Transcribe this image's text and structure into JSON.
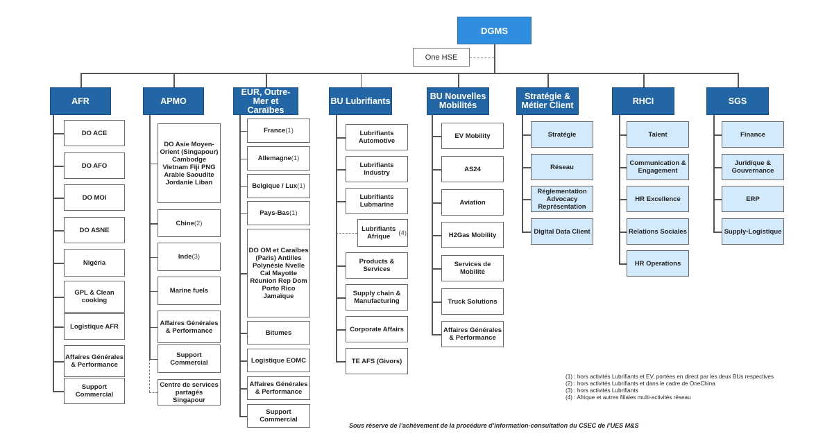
{
  "root": {
    "label": "DGMS"
  },
  "side": {
    "label": "One HSE"
  },
  "departments": [
    {
      "label": "AFR",
      "color": "#2366a6",
      "children": [
        {
          "label": "DO ACE"
        },
        {
          "label": "DO AFO"
        },
        {
          "label": "DO MOI"
        },
        {
          "label": "DO ASNE"
        },
        {
          "label": "Nigéria"
        },
        {
          "label": "GPL & Clean cooking"
        },
        {
          "label": "Logistique AFR"
        },
        {
          "label": "Affaires Générales & Performance"
        },
        {
          "label": "Support Commercial"
        }
      ]
    },
    {
      "label": "APMO",
      "children": [
        {
          "label": "DO Asie Moyen-Orient (Singapour) Cambodge Vietnam Fiji PNG Arabie Saoudite Jordanie Liban"
        },
        {
          "label": "Chine",
          "note": "(2)"
        },
        {
          "label": "Inde",
          "note": "(3)"
        },
        {
          "label": "Marine fuels"
        },
        {
          "label": "Affaires Générales & Performance"
        },
        {
          "label": "Support Commercial"
        },
        {
          "label": "Centre de services partagés Singapour",
          "dashed_link": true
        }
      ]
    },
    {
      "label": "EUR, Outre-Mer et Caraïbes",
      "children": [
        {
          "label": "France",
          "note": "(1)"
        },
        {
          "label": "Allemagne",
          "note": "(1)"
        },
        {
          "label": "Belgique / Lux",
          "note": "(1)"
        },
        {
          "label": "Pays-Bas",
          "note": "(1)"
        },
        {
          "label": "DO OM et Caraïbes (Paris) Antilles Polynésie Nvelle Cal Mayotte Réunion Rep Dom Porto Rico Jamaïque"
        },
        {
          "label": "Bitumes"
        },
        {
          "label": "Logistique EOMC"
        },
        {
          "label": "Affaires Générales & Performance"
        },
        {
          "label": "Support Commercial"
        }
      ]
    },
    {
      "label": "BU Lubrifiants",
      "children": [
        {
          "label": "Lubrifiants Automotive"
        },
        {
          "label": "Lubrifiants Industry"
        },
        {
          "label": "Lubrifiants Lubmarine"
        },
        {
          "label": "Lubrifiants Afrique",
          "note": "(4)",
          "dashed_link": true
        },
        {
          "label": "Products & Services"
        },
        {
          "label": "Supply chain & Manufacturing"
        },
        {
          "label": "Corporate Affairs"
        },
        {
          "label": "TE AFS (Givors)"
        }
      ]
    },
    {
      "label": "BU Nouvelles Mobilités",
      "children": [
        {
          "label": "EV Mobility"
        },
        {
          "label": "AS24"
        },
        {
          "label": "Aviation"
        },
        {
          "label": "H2Gas Mobility"
        },
        {
          "label": "Services de Mobilité"
        },
        {
          "label": "Truck Solutions"
        },
        {
          "label": "Affaires Générales & Performance"
        }
      ]
    },
    {
      "label": "Stratégie & Métier Client",
      "children": [
        {
          "label": "Stratégie"
        },
        {
          "label": "Réseau"
        },
        {
          "label": "Réglementation Advocacy Représentation"
        },
        {
          "label": "Digital Data Client"
        }
      ]
    },
    {
      "label": "RHCI",
      "children": [
        {
          "label": "Talent"
        },
        {
          "label": "Communication & Engagement"
        },
        {
          "label": "HR Excellence"
        },
        {
          "label": "Relations Sociales"
        },
        {
          "label": "HR Operations"
        }
      ]
    },
    {
      "label": "SGS",
      "children": [
        {
          "label": "Finance"
        },
        {
          "label": "Juridique & Gouvernance"
        },
        {
          "label": "ERP"
        },
        {
          "label": "Supply-Logistique"
        }
      ]
    }
  ],
  "footnotes": [
    "(1) : hors activités Lubrifiants et EV, portées en direct par les deux BUs respectives",
    "(2) : hors activités Lubrifiants et dans le cadre de OneChina",
    "(3) : hors activités Lubrifiants",
    "(4) : Afrique et autres filiales multi-activités réseau"
  ],
  "disclaimer": "Sous réserve de l’achèvement de la procédure d’information-consultation du CSEC de l’UES M&S",
  "colors": {
    "header": "#2366a6",
    "root": "#2f8ee0",
    "support_box": "#d3eafc"
  }
}
